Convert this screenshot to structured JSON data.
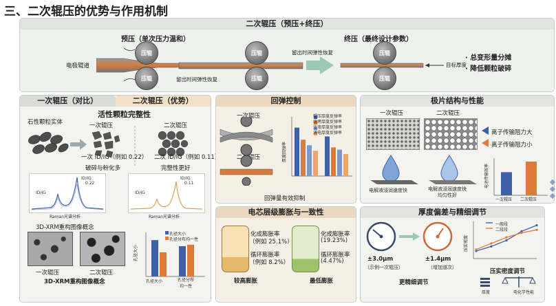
{
  "title": "三、二次辊压的优势与作用机制",
  "top": {
    "header": "二次辊压（预压+终压）",
    "pre_label": "预压（单次压力温和）",
    "final_label": "终压（最终设计参数）",
    "roll": "压辊",
    "electrode": "电极辊道",
    "elastic1": "留出时间弹性恢复",
    "elastic2": "留出时间弹性恢复",
    "target": "目标厚度",
    "bullet1": "· 总变形量分摊",
    "bullet2": "· 降低颗粒破碎"
  },
  "compare": {
    "header_left": "一次辊压（对比）",
    "header_right": "二次辊压（优势）",
    "subtitle": "活性颗粒完整性",
    "graphite": "石性颗粒实体",
    "one_roll": "一次辊压",
    "two_roll": "二次辊压",
    "id_one": "一次 ID/IG（例如 0.22）",
    "id_two": "二次 ID/IG（例如 0.11）",
    "broken": "破碎与粉化多",
    "intact": "完整性更好",
    "raman_y": "Raman光谱分析",
    "raman_x": "Raman光谱分析",
    "raman_ratio1": "ID/IG",
    "raman_val1": "0.22",
    "raman_ratio2": "ID/IG",
    "raman_val2": "0.11",
    "xrm_title": "3D-XRM重构图像概念",
    "xrm_bottom": "3D-XRM重构图像概念",
    "img1": "一次辊压",
    "img2": "二次辊压",
    "pore_y": "孔径大小",
    "legend1": "孔径大小",
    "legend2": "孔径分布均一性",
    "bar_cat1": "孔径大小",
    "bar_cat2": "孔径分布\n均一性"
  },
  "rebound": {
    "header": "回弹控制",
    "one": "一次辊压",
    "two": "二次辊压",
    "ylabel": "厚度回弹率",
    "legend": [
      "辊压厚度反弹率",
      "烘烤厚度反弹率",
      "注液厚度反弹率",
      "满电厚度反弹率"
    ],
    "footer": "回弹量有效抑制"
  },
  "structure": {
    "header": "极片结构与性能",
    "one": "一次辊压",
    "two": "二次辊压",
    "arrow1": "离子传输阻力大",
    "arrow2": "离子传输阻力小",
    "wet1": "电解液浸润速度快",
    "wet2": "电解液浸润速度快",
    "wet3": "均匀性好",
    "ylabel": "电池传输效率",
    "cat1": "一次辊压",
    "cat2": "二次辊压"
  },
  "expansion": {
    "header": "电芯层级膨胀与一致性",
    "a_rate": "化成膨胀率",
    "a_val": "（例如 25.1%）",
    "a_cycle": "循环膨胀率",
    "a_cval": "（例如 8.2%）",
    "b_rate": "化成膨胀率",
    "b_val": "(19.23%)",
    "b_cycle": "循环膨胀率",
    "b_cval": "(4.47%)",
    "a_label": "较高膨胀",
    "b_label": "最低膨胀"
  },
  "thickness": {
    "header": "厚度偏差与精细调节",
    "g1_val": "±3.0μm",
    "g1_note": "（示例一次辊压）",
    "g2_val": "±1.4μm",
    "g2_note": "（增加道次）",
    "fine": "更精细调节",
    "ylabel": "压实密度",
    "legend1": "一般段",
    "legend2": "二段段",
    "chart_caption": "压实密度调节",
    "icon1": "厚度",
    "icon2": "电化学性能"
  },
  "chart_data": [
    {
      "type": "bar",
      "categories": [
        "一次辊压",
        "二次辊压"
      ],
      "series": [
        {
          "name": "辊压厚度反弹率",
          "values": [
            44,
            36
          ]
        },
        {
          "name": "烘烤厚度反弹率",
          "values": [
            33,
            26
          ]
        },
        {
          "name": "注液厚度反弹率",
          "values": [
            28,
            24
          ]
        },
        {
          "name": "满电厚度反弹率",
          "values": [
            23,
            20
          ]
        }
      ]
    },
    {
      "type": "bar",
      "categories": [
        "一次辊压",
        "二次辊压"
      ],
      "values": [
        24,
        35
      ]
    },
    {
      "type": "bar",
      "categories": [
        "孔径大小",
        "孔径分布均一性"
      ],
      "series": [
        {
          "name": "孔径大小",
          "values": [
            24,
            20
          ]
        },
        {
          "name": "孔径分布均一性",
          "values": [
            16,
            21
          ]
        }
      ]
    },
    {
      "type": "line",
      "series": [
        {
          "name": "一般段",
          "values": [
            5,
            8,
            12,
            18,
            22
          ]
        },
        {
          "name": "二段段",
          "values": [
            6,
            10,
            14,
            17,
            19
          ]
        }
      ]
    }
  ],
  "colors": {
    "blue": "#3f5fa8",
    "orange": "#e07a3a",
    "panel": "#eef1ee"
  }
}
